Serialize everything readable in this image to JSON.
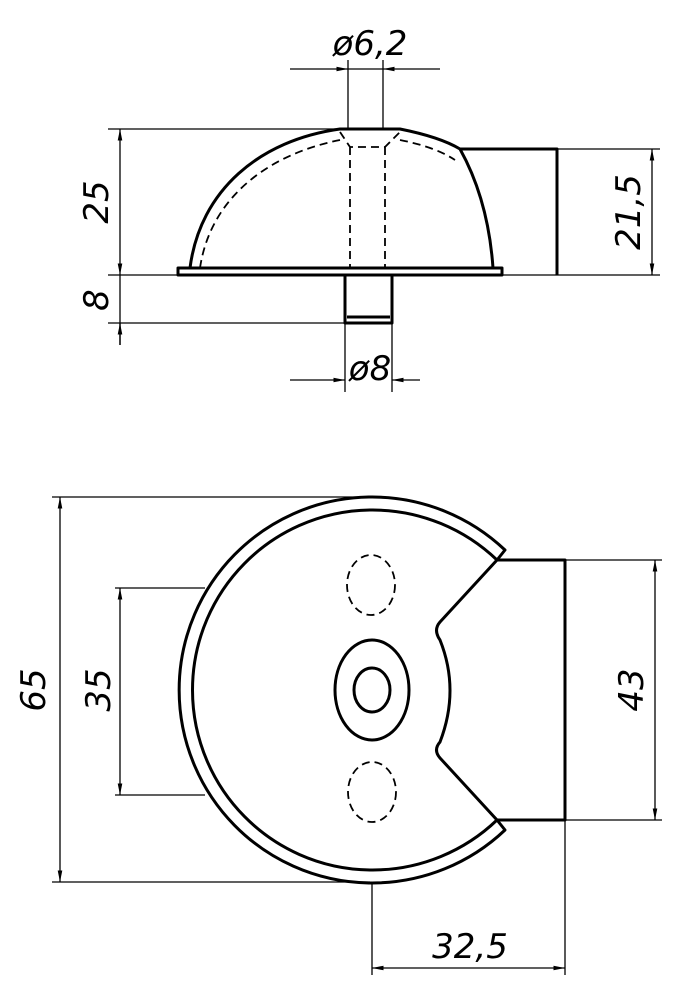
{
  "dimensions": {
    "top_hole_diameter": "ø6,2",
    "dome_height": "25",
    "side_block_height": "21,5",
    "stem_length": "8",
    "stem_diameter": "ø8",
    "overall_diameter": "65",
    "hole_spacing": "35",
    "flat_width": "43",
    "center_to_flat": "32,5"
  }
}
